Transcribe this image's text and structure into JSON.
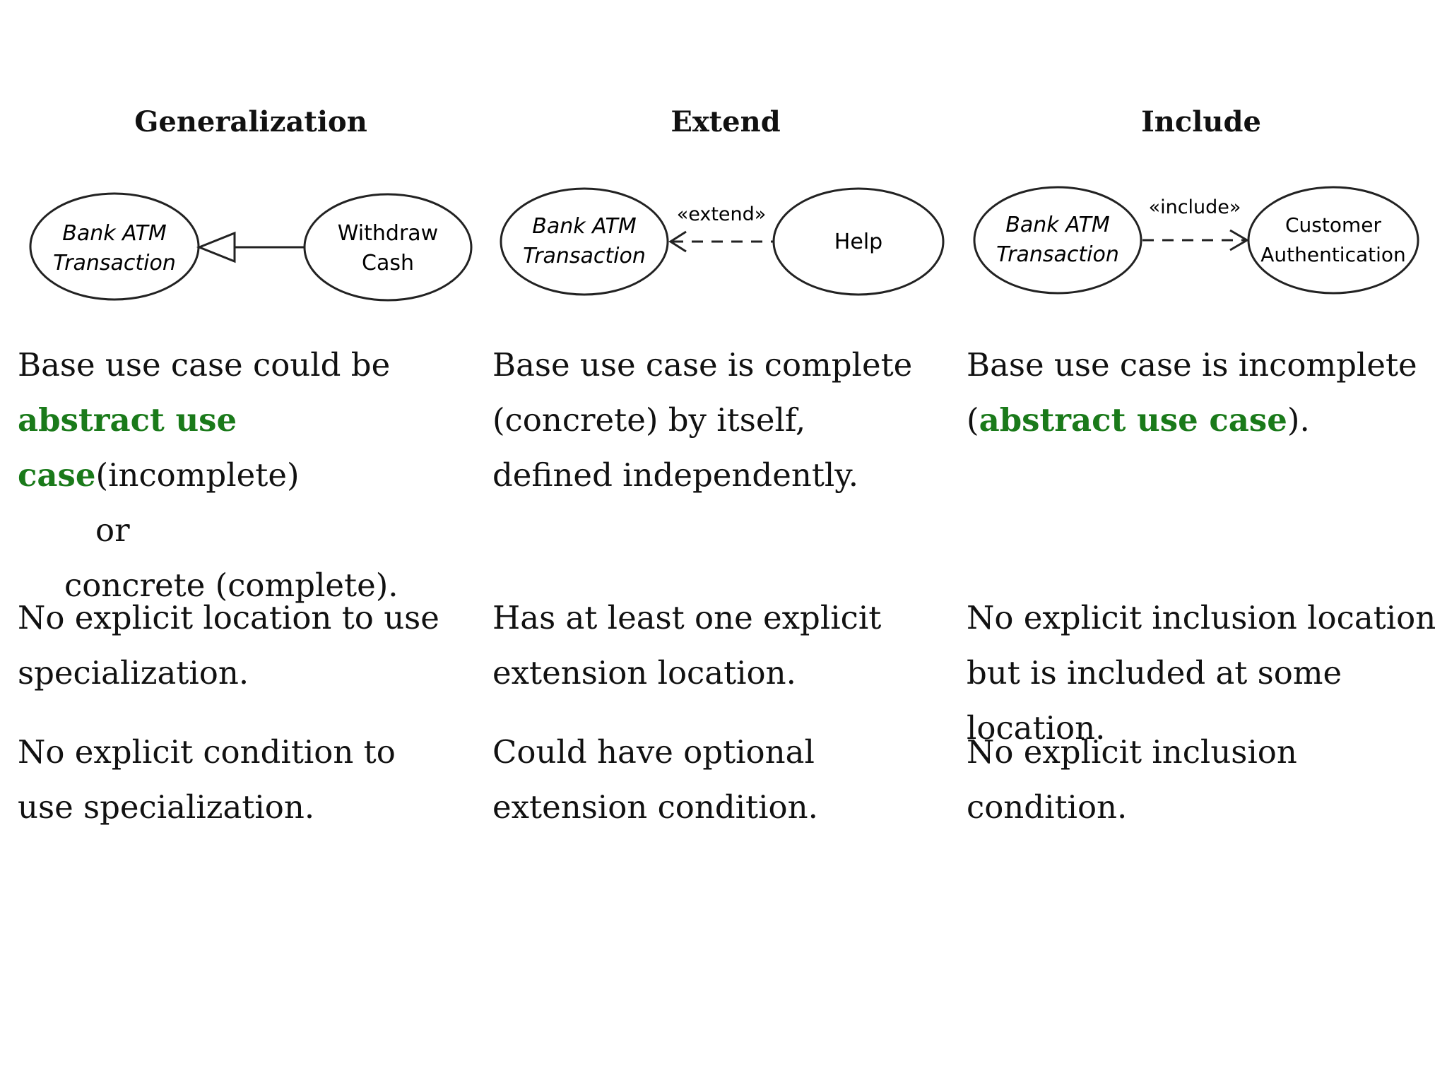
{
  "columns": [
    {
      "heading": "Generalization",
      "diagram": {
        "left_case": [
          "Bank ATM",
          "Transaction"
        ],
        "right_case": [
          "Withdraw",
          "Cash"
        ],
        "relation_label": ""
      },
      "row1": {
        "line1": "Base use case could be",
        "green": "abstract use case",
        "after_green": "(incomplete)",
        "line3": "or",
        "line4": "concrete (complete)."
      },
      "row2": "No explicit location to use specialization.",
      "row3": "No explicit condition to use specialization."
    },
    {
      "heading": "Extend",
      "diagram": {
        "left_case": [
          "Bank ATM",
          "Transaction"
        ],
        "right_case": [
          "Help"
        ],
        "relation_label": "«extend»"
      },
      "row1": "Base use case is complete (concrete) by itself, defined independently.",
      "row2": "Has at least one explicit extension location.",
      "row3": "Could have optional extension condition."
    },
    {
      "heading": "Include",
      "diagram": {
        "left_case": [
          "Bank ATM",
          "Transaction"
        ],
        "right_case": [
          "Customer",
          "Authentication"
        ],
        "relation_label": "«include»"
      },
      "row1": {
        "line1": "Base use case is incomplete",
        "open": "(",
        "green": "abstract use case",
        "close": ")."
      },
      "row2": "No explicit inclusion location but is included at some location.",
      "row3": "No explicit inclusion condition."
    }
  ],
  "colors": {
    "green": "#1a7a1a",
    "text": "#111111",
    "line": "#222222"
  }
}
